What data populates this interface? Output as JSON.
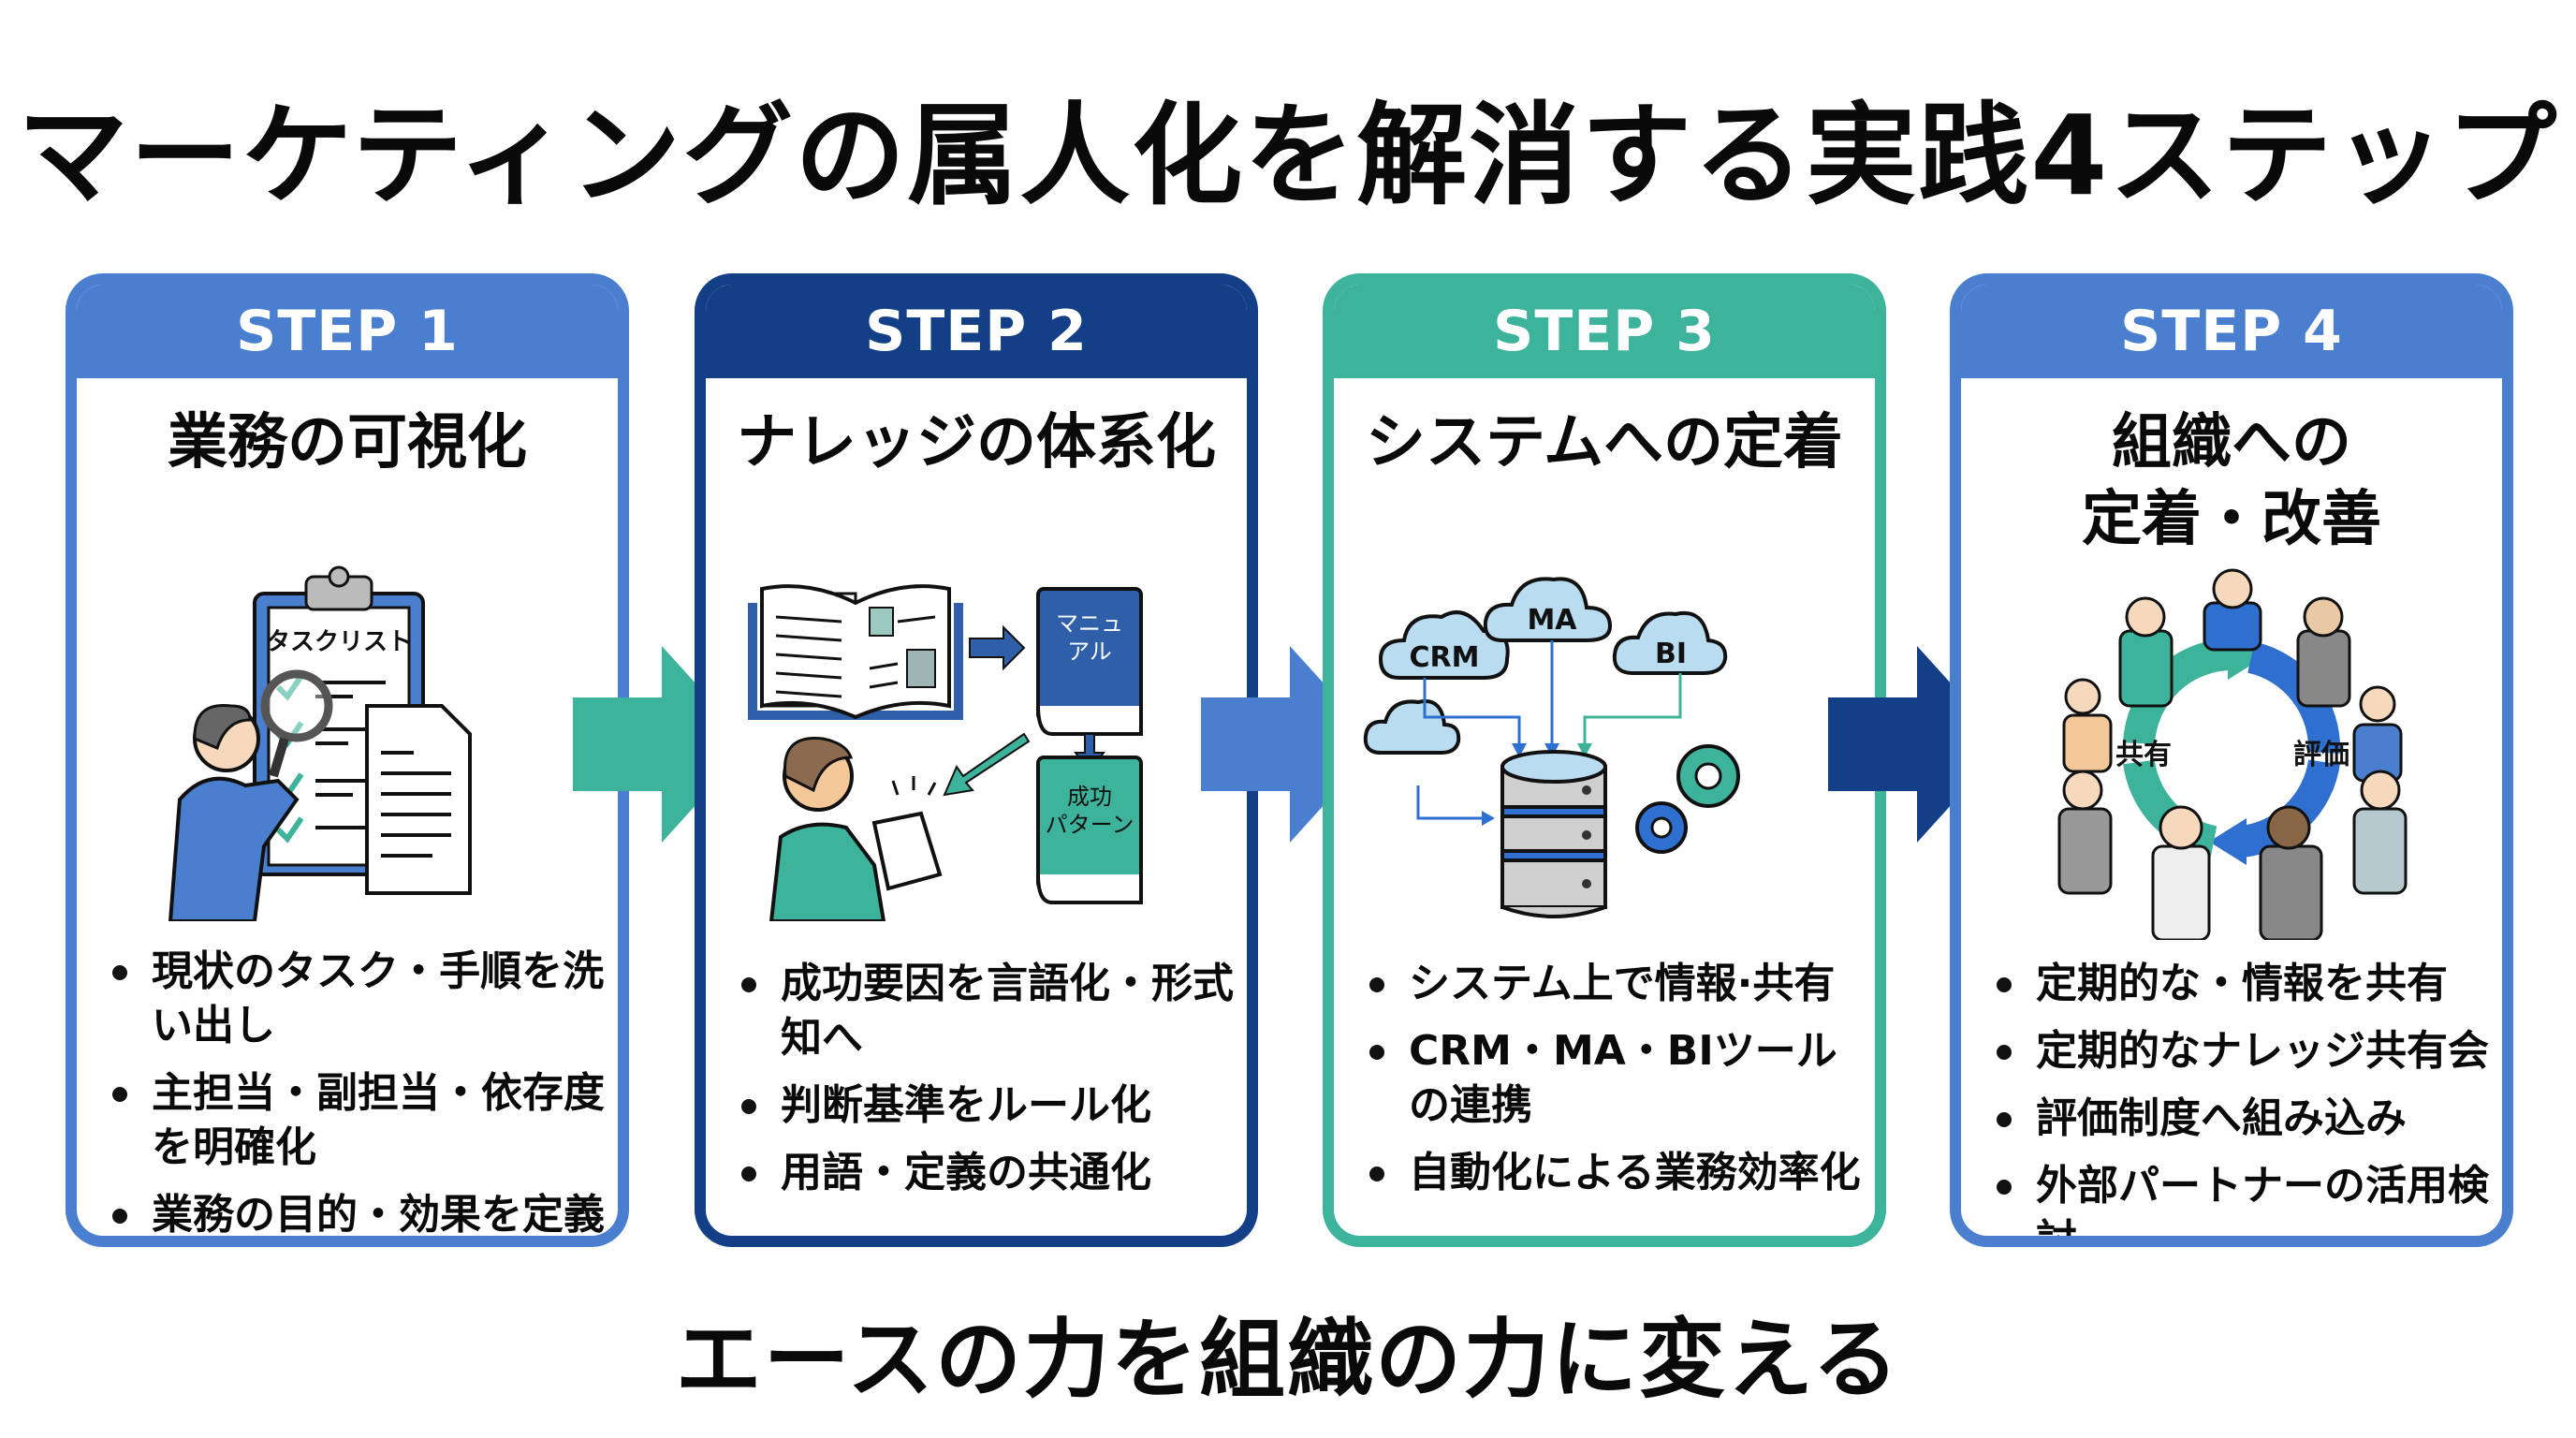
{
  "title": "マーケティングの属人化を解消する実践4ステップ",
  "footer": "エースの力を組織の力に変える",
  "colors": {
    "step1": "#4a7fd0",
    "step2": "#123f86",
    "step3": "#3db39b",
    "step4": "#4a7fd0",
    "arrow1": "#3db39b",
    "arrow2": "#4a7fd0",
    "arrow3": "#123f86"
  },
  "steps": [
    {
      "label": "STEP 1",
      "title": "業務の可視化",
      "illustration": {
        "icon": "clipboard-magnifier-icon",
        "clipboard_label": "タスクリスト"
      },
      "bullets": [
        "現状のタスク・手順を洗い出し",
        "主担当・副担当・依存度を明確化",
        "業務の目的・効果を定義"
      ]
    },
    {
      "label": "STEP 2",
      "title": "ナレッジの体系化",
      "illustration": {
        "icon": "knowledge-books-icon",
        "book1_label_line1": "マニュ",
        "book1_label_line2": "アル",
        "book2_label_line1": "成功",
        "book2_label_line2": "パターン"
      },
      "bullets": [
        "成功要因を言語化・形式知へ",
        "判断基準をルール化",
        "用語・定義の共通化"
      ]
    },
    {
      "label": "STEP 3",
      "title": "システムへの定着",
      "illustration": {
        "icon": "cloud-database-icon",
        "cloud_labels": [
          "CRM",
          "MA",
          "BI"
        ]
      },
      "bullets": [
        "システム上で情報·共有",
        "CRM・MA・BIツールの連携",
        "自動化による業務効率化"
      ]
    },
    {
      "label": "STEP 4",
      "title_line1": "組織への",
      "title_line2": "定着・改善",
      "illustration": {
        "icon": "team-cycle-icon",
        "cycle_left": "共有",
        "cycle_right": "評価"
      },
      "bullets": [
        "定期的な・情報を共有",
        "定期的なナレッジ共有会",
        "評価制度へ組み込み",
        "外部パートナーの活用検討"
      ]
    }
  ]
}
